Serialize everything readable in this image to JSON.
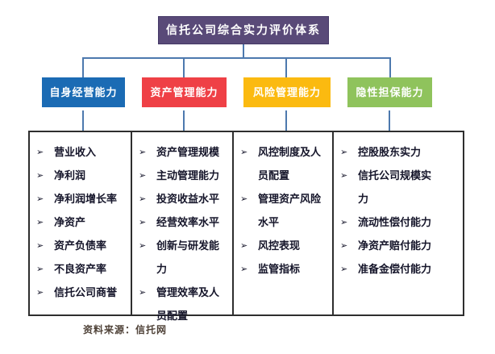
{
  "title": "信托公司综合实力评价体系",
  "bullet": "➢",
  "source": "资料来源：信托网",
  "colors": {
    "title_bg": "#594a78",
    "title_border": "#443866",
    "connector": "#4d79ae",
    "table_border": "#2e2e2e",
    "text": "#15152a",
    "source_text": "#4f4238"
  },
  "categories": [
    {
      "label": "自身经营能力",
      "color": "#1b6bb4",
      "items": [
        "营业收入",
        "净利润",
        "净利润增长率",
        "净资产",
        "资产负债率",
        "不良资产率",
        "信托公司商誉"
      ]
    },
    {
      "label": "资产管理能力",
      "color": "#ef4046",
      "items": [
        "资产管理规模",
        "主动管理能力",
        "投资收益水平",
        "经营效率水平",
        "创新与研发能力",
        "管理效率及人员配置"
      ]
    },
    {
      "label": "风险管理能力",
      "color": "#fbba10",
      "items": [
        "风控制度及人员配置",
        "管理资产风险水平",
        "风控表现",
        "监管指标"
      ]
    },
    {
      "label": "隐性担保能力",
      "color": "#8fc35c",
      "items": [
        "控股股东实力",
        "信托公司规模实力",
        "流动性偿付能力",
        "净资产赔付能力",
        "准备金偿付能力"
      ]
    }
  ]
}
